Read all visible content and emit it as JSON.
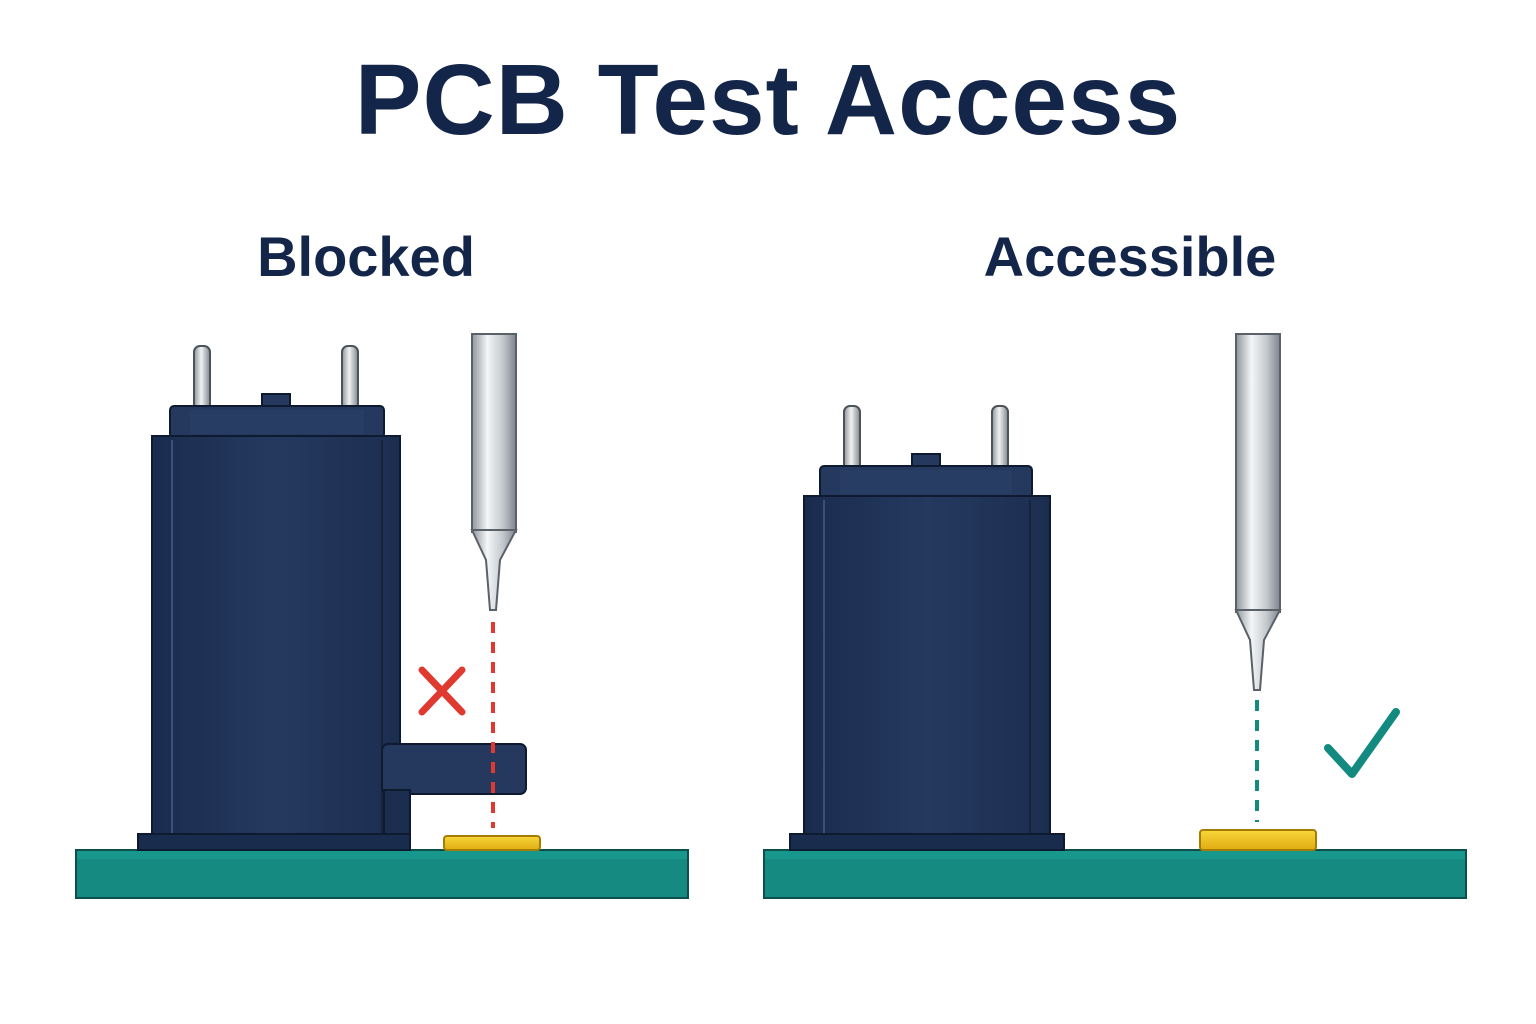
{
  "title": "PCB Test Access",
  "panels": {
    "blocked": {
      "label": "Blocked",
      "status_icon": "red-x-icon",
      "probe_path_color": "#e0392f"
    },
    "accessible": {
      "label": "Accessible",
      "status_icon": "teal-check-icon",
      "probe_path_color": "#138a80"
    }
  },
  "colors": {
    "title": "#13264a",
    "component_body": "#1f3357",
    "pcb": "#148a80",
    "test_pad": "#f2c41b",
    "probe": "#c9ced3",
    "fail": "#e0392f",
    "pass": "#138a80"
  }
}
